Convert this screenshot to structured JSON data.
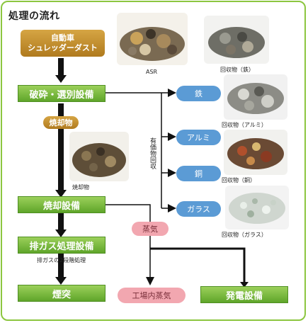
{
  "title": "処理の流れ",
  "nodes": {
    "shredder_dust": [
      "自動車",
      "シュレッダーダスト"
    ],
    "crush": "破砕・選別設備",
    "incinerator": "焼却設備",
    "exhaust": "排ガス処理設備",
    "chimney": "煙突",
    "power": "発電設備"
  },
  "tags": {
    "ash": "焼却物",
    "steam": "蒸気"
  },
  "outputs": {
    "iron": "鉄",
    "aluminum": "アルミ",
    "copper": "銅",
    "glass": "ガラス",
    "factory_steam": "工場内蒸気"
  },
  "side_label": "有価物回収",
  "captions": {
    "asr": "ASR",
    "iron": "回収物（鉄）",
    "aluminum": "回収物（アルミ）",
    "copper": "回収物（銅）",
    "glass": "回収物（ガラス）",
    "ash": "焼却物",
    "exhaust_note": "排ガスの2段階処理"
  },
  "colors": {
    "border": "#8cc63f",
    "green_box": "#6cb033",
    "brown_box": "#c48f2f",
    "blue_pill": "#5b9bd5",
    "pink_pill": "#f2a7b0",
    "arrow": "#111111"
  },
  "icons": [
    "photo-asr",
    "photo-iron",
    "photo-aluminum",
    "photo-copper",
    "photo-glass",
    "photo-ash"
  ]
}
